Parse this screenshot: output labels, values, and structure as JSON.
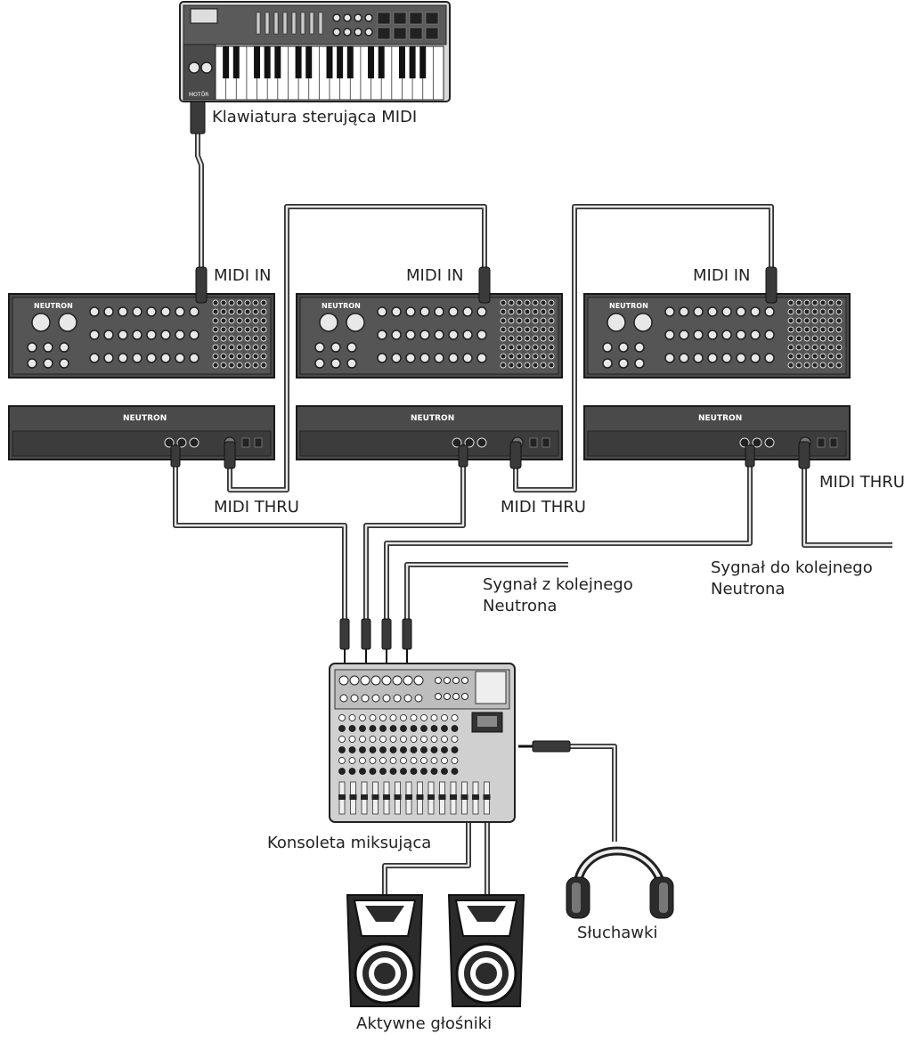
{
  "labels": {
    "keyboard": "Klawiatura sterująca MIDI",
    "midi_in_1": "MIDI IN",
    "midi_in_2": "MIDI IN",
    "midi_in_3": "MIDI IN",
    "midi_thru_1": "MIDI THRU",
    "midi_thru_2": "MIDI THRU",
    "midi_thru_3": "MIDI THRU",
    "signal_from_line1": "Sygnał z kolejnego",
    "signal_from_line2": "Neutrona",
    "signal_to_line1": "Sygnał do kolejnego",
    "signal_to_line2": "Neutrona",
    "mixer": "Konsoleta miksująca",
    "headphones": "Słuchawki",
    "speakers": "Aktywne głośniki"
  },
  "device_branding": {
    "synth_logo": "NEUTRON",
    "keyboard_logo": "MOTÖR"
  }
}
